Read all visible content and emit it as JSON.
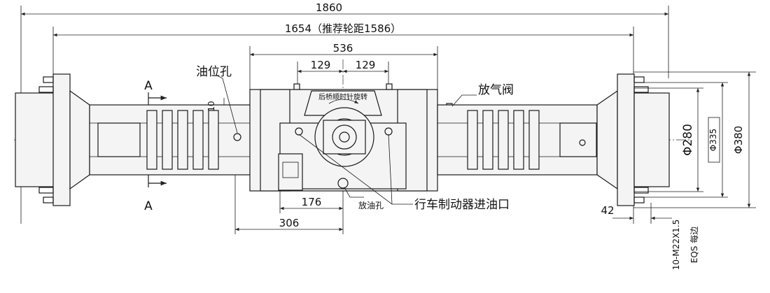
{
  "dimensions": {
    "overall_width": "1860",
    "flange_span": "1654（推荐轮距1586）",
    "housing_width": "536",
    "offset_left": "129",
    "offset_right": "129",
    "height_10": "10",
    "drain_offset": "176",
    "inlet_offset": "306",
    "flange_thickness": "42",
    "dia_280": "Φ280",
    "dia_335": "Φ335",
    "dia_380": "Φ380",
    "bolt_spec": "10-M22X1.5",
    "bolt_note": "EQS 每边"
  },
  "labels": {
    "oil_level_hole": "油位孔",
    "rotation_note": "后桥顺时针旋转",
    "vent_valve": "放气阀",
    "drain_hole": "放油孔",
    "brake_inlet": "行车制动器进油口",
    "section_a_top": "A",
    "section_a_bottom": "A"
  }
}
